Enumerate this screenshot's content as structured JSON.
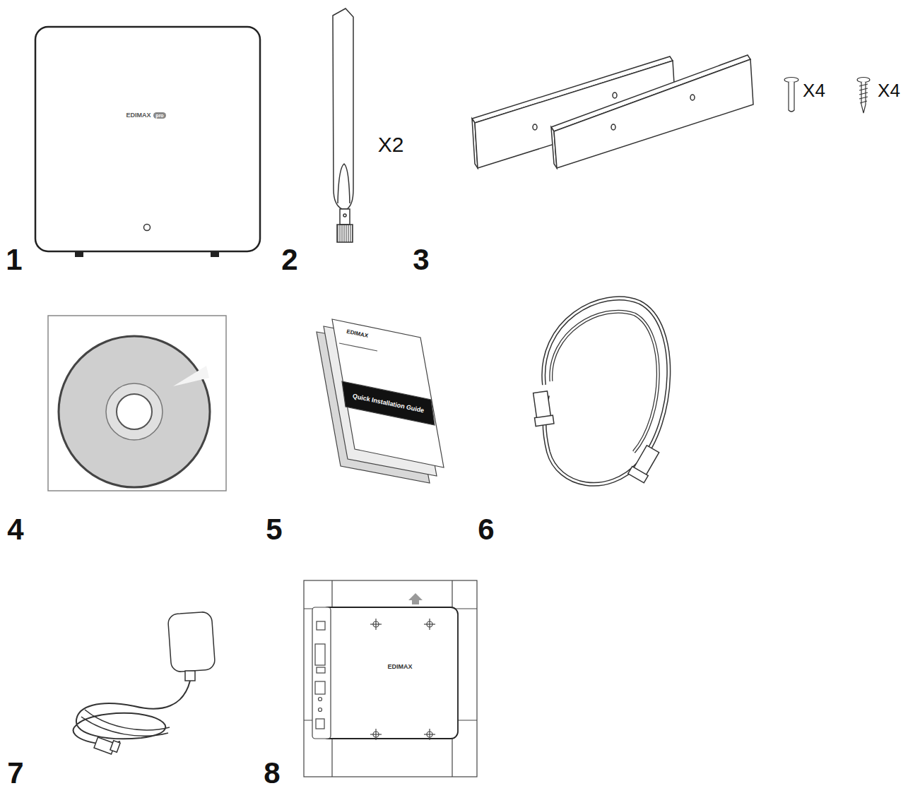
{
  "diagram": {
    "labels": [
      "EDIMAX",
      "pro",
      "X2",
      "X4",
      "X4",
      "1",
      "2",
      "3",
      "EDIMAX",
      "Quick Installation Guide",
      "4",
      "5",
      "6",
      "EDIMAX",
      "7",
      "8"
    ]
  }
}
